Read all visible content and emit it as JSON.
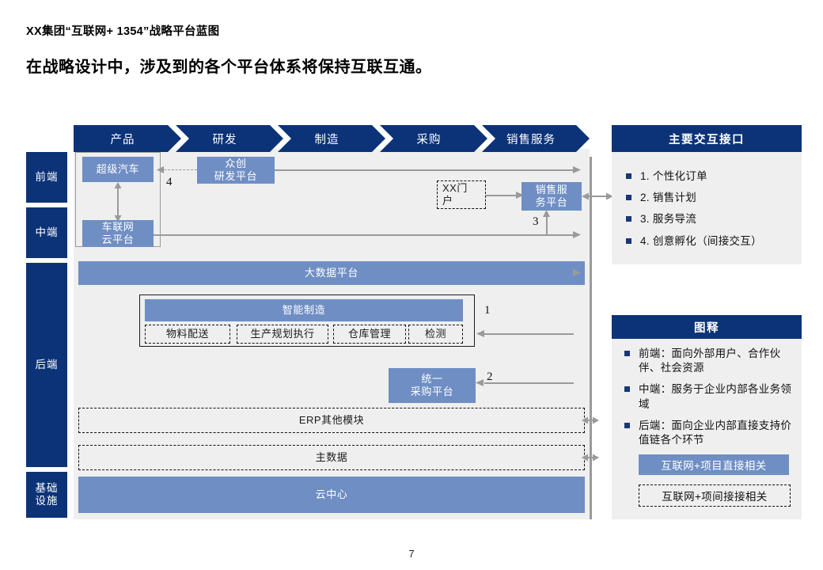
{
  "document": {
    "title": "XX集团“互联网+ 1354”战略平台蓝图",
    "subtitle": "在战略设计中，涉及到的各个平台体系将保持互联互通。",
    "page_marker": "7"
  },
  "colors": {
    "navy": "#0c3378",
    "steel_blue": "#6f8ec4",
    "panel_gray": "#efefef",
    "line_gray": "#9a9a9a"
  },
  "process_bar": {
    "steps": [
      {
        "label": "产品"
      },
      {
        "label": "研发"
      },
      {
        "label": "制造"
      },
      {
        "label": "采购"
      },
      {
        "label": "销售服务"
      }
    ]
  },
  "tiers": [
    {
      "label": "前端"
    },
    {
      "label": "中端"
    },
    {
      "label": "后端"
    },
    {
      "label": "基础\n设施"
    }
  ],
  "tier_labels": {
    "front": "前端",
    "middle": "中端",
    "back": "后端",
    "infra_line1": "基础",
    "infra_line2": "设施"
  },
  "platforms": {
    "super_car": "超级汽车",
    "iov_cloud_line1": "车联网",
    "iov_cloud_line2": "云平台",
    "crowd_rd_line1": "众创",
    "crowd_rd_line2": "研发平台",
    "xx_portal_line1": "XX门",
    "xx_portal_line2": "户",
    "sales_service_line1": "销售服",
    "sales_service_line2": "务平台",
    "big_data": "大数据平台",
    "smart_mfg": "智能制造",
    "unified_proc_line1": "统一",
    "unified_proc_line2": "采购平台",
    "erp_other": "ERP其他模块",
    "master_data": "主数据",
    "cloud_center": "云中心"
  },
  "smart_mfg_modules": [
    {
      "label": "物料配送"
    },
    {
      "label": "生产规划执行"
    },
    {
      "label": "仓库管理"
    },
    {
      "label": "检测"
    }
  ],
  "connector_numbers": {
    "n1": "1",
    "n2": "2",
    "n3": "3",
    "n4": "4"
  },
  "interface_panel": {
    "title": "主要交互接口",
    "items": [
      {
        "label": "1. 个性化订单"
      },
      {
        "label": "2. 销售计划"
      },
      {
        "label": "3. 服务导流"
      },
      {
        "label": "4. 创意孵化（间接交互）"
      }
    ]
  },
  "legend_panel": {
    "title": "图释",
    "items": [
      {
        "label": "前端：面向外部用户、合作伙伴、社会资源"
      },
      {
        "label": "中端：服务于企业内部各业务领域"
      },
      {
        "label": "后端：面向企业内部直接支持价值链各个环节"
      }
    ],
    "chip_solid": "互联网+项目直接相关",
    "chip_dashed": "互联网+项间接接相关"
  }
}
